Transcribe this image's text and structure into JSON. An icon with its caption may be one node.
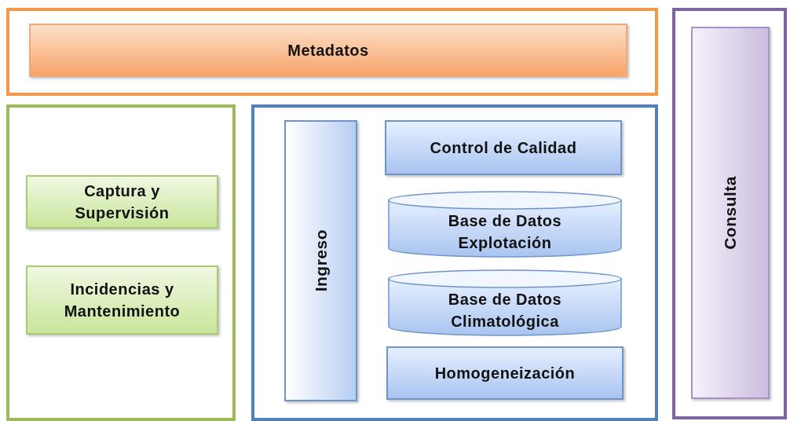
{
  "diagram": {
    "nodes": [
      {
        "text": [],
        "shape": "box"
      },
      {
        "text": [
          "Metadatos"
        ],
        "in": 0
      },
      {
        "text": [],
        "shape": "box"
      },
      {
        "text": [
          "Captura y Supervisión"
        ],
        "in": 2
      },
      {
        "text": [
          "Incidencias y Mantenimiento"
        ],
        "in": 2
      },
      {
        "text": [],
        "shape": "box"
      },
      {
        "text": [
          "Ingreso"
        ],
        "in": 5
      },
      {
        "text": [
          "Control de Calidad"
        ],
        "in": 5
      },
      {
        "text": [
          "Base de Datos Explotación"
        ],
        "in": 5
      },
      {
        "text": [
          "Base de Datos Climatológica"
        ],
        "in": 5
      },
      {
        "text": [
          "Homogeneización"
        ],
        "in": 5
      },
      {
        "text": [],
        "shape": "box"
      },
      {
        "text": [
          "Consulta"
        ],
        "in": 11
      }
    ]
  }
}
